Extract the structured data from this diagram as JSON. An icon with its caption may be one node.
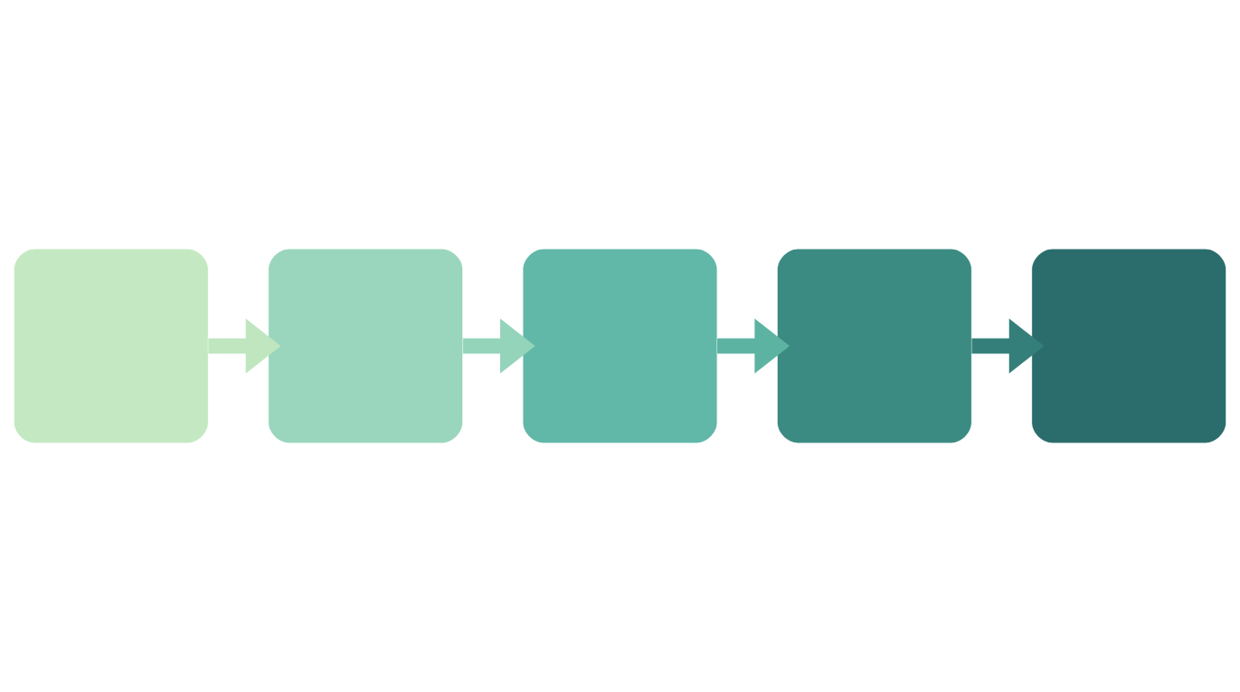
{
  "diagram": {
    "nodes": [
      {
        "text": [],
        "shape": "box"
      },
      {
        "text": [],
        "shape": "box"
      },
      {
        "text": [],
        "shape": "box"
      },
      {
        "text": [],
        "shape": "box"
      },
      {
        "text": [],
        "shape": "box"
      }
    ],
    "edges": [
      {
        "from": 0,
        "to": 1,
        "arrow": "to",
        "color": "#bfe6bf"
      },
      {
        "from": 1,
        "to": 2,
        "arrow": "to",
        "color": "#93d4bb"
      },
      {
        "from": 2,
        "to": 3,
        "arrow": "to",
        "color": "#5db3a2"
      },
      {
        "from": 3,
        "to": 4,
        "arrow": "to",
        "color": "#357f7a"
      }
    ]
  }
}
